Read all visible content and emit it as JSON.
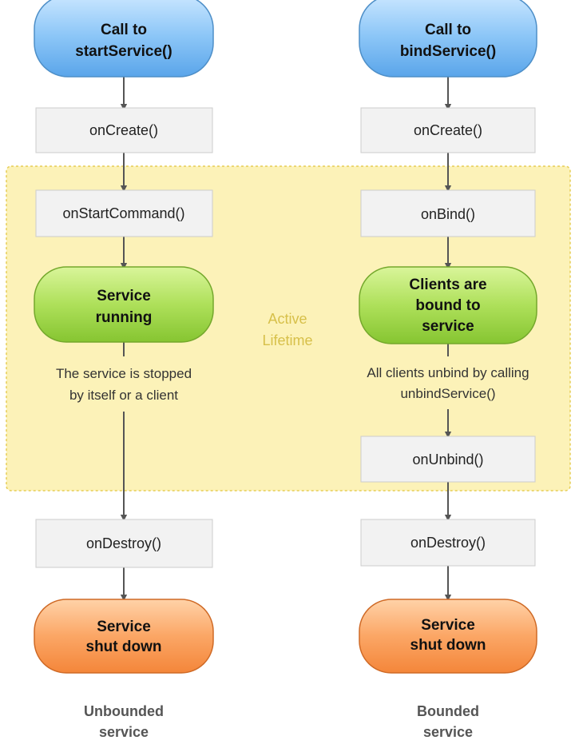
{
  "active_region": {
    "line1": "Active",
    "line2": "Lifetime"
  },
  "left": {
    "start": {
      "line1": "Call to",
      "line2": "startService()"
    },
    "on_create": "onCreate()",
    "on_start_command": "onStartCommand()",
    "running": {
      "line1": "Service",
      "line2": "running"
    },
    "note": {
      "line1": "The service is stopped",
      "line2": "by itself or a client"
    },
    "on_destroy": "onDestroy()",
    "shutdown": {
      "line1": "Service",
      "line2": "shut down"
    },
    "footer": {
      "line1": "Unbounded",
      "line2": "service"
    }
  },
  "right": {
    "start": {
      "line1": "Call to",
      "line2": "bindService()"
    },
    "on_create": "onCreate()",
    "on_bind": "onBind()",
    "bound": {
      "line1": "Clients are",
      "line2": "bound to",
      "line3": "service"
    },
    "note": {
      "line1": "All clients unbind by calling",
      "line2": "unbindService()"
    },
    "on_unbind": "onUnbind()",
    "on_destroy": "onDestroy()",
    "shutdown": {
      "line1": "Service",
      "line2": "shut down"
    },
    "footer": {
      "line1": "Bounded",
      "line2": "service"
    }
  }
}
